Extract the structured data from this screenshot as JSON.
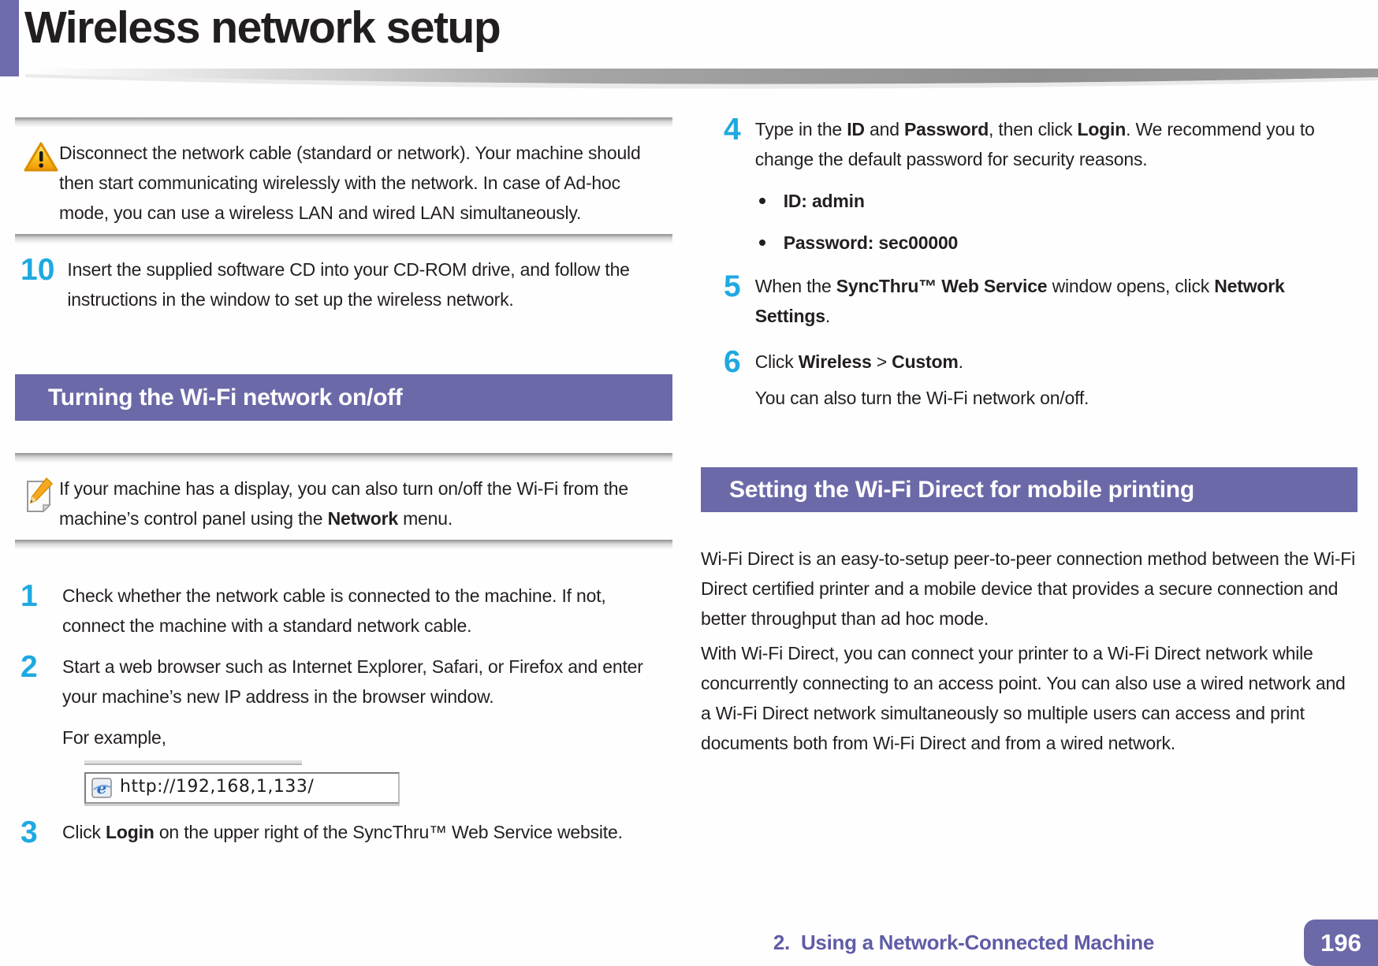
{
  "title": "Wireless network setup",
  "colors": {
    "accent_purple": "#6C69A9",
    "step_number_cyan": "#1FA9E1",
    "body_text": "#231F20",
    "footer_purple": "#5F5CA7",
    "warning_yellow": "#F9B200",
    "section_header_text": "#FFFFFF"
  },
  "icons": {
    "warning": "warning-triangle-icon",
    "note": "note-pencil-icon",
    "browser": "ie-browser-icon"
  },
  "warning_box": {
    "runs": [
      {
        "t": "Disconnect the network cable (standard or network). Your machine should then start communicating wirelessly with the network. In case of Ad-hoc mode, you can use a wireless LAN and wired LAN simultaneously."
      }
    ]
  },
  "step10": {
    "num": "10",
    "runs": [
      {
        "t": "Insert the supplied software CD into your CD-ROM drive, and follow the instructions in the window to set up the wireless network."
      }
    ]
  },
  "section1": {
    "heading": "Turning the Wi-Fi network on/off"
  },
  "note_box": {
    "runs": [
      {
        "t": "If your machine has a display, you can also turn on/off the Wi-Fi from the machine’s control panel using the "
      },
      {
        "t": "Network",
        "b": true
      },
      {
        "t": " menu."
      }
    ]
  },
  "step1": {
    "num": "1",
    "runs": [
      {
        "t": "Check whether the network cable is connected to the machine. If not, connect the machine with a standard network cable."
      }
    ]
  },
  "step2": {
    "num": "2",
    "runs": [
      {
        "t": "Start a web browser such as Internet Explorer, Safari, or Firefox and enter your machine’s new IP address in the browser window."
      }
    ],
    "example_label": "For example,",
    "address_bar_url": "http://192,168,1,133/"
  },
  "step3": {
    "num": "3",
    "runs": [
      {
        "t": "Click "
      },
      {
        "t": "Login",
        "b": true
      },
      {
        "t": " on the upper right of the SyncThru™ Web Service website."
      }
    ]
  },
  "step4": {
    "num": "4",
    "runs": [
      {
        "t": "Type in the "
      },
      {
        "t": "ID",
        "b": true
      },
      {
        "t": " and "
      },
      {
        "t": "Password",
        "b": true
      },
      {
        "t": ", then click "
      },
      {
        "t": "Login",
        "b": true
      },
      {
        "t": ". We recommend you to change the default password for security reasons."
      }
    ],
    "bullets": [
      {
        "runs": [
          {
            "t": "ID: admin",
            "b": true
          }
        ]
      },
      {
        "runs": [
          {
            "t": "Password: sec00000",
            "b": true
          }
        ]
      }
    ]
  },
  "step5": {
    "num": "5",
    "runs": [
      {
        "t": "When the "
      },
      {
        "t": "SyncThru™ Web Service",
        "b": true
      },
      {
        "t": " window opens, click "
      },
      {
        "t": "Network Settings",
        "b": true
      },
      {
        "t": "."
      }
    ]
  },
  "step6": {
    "num": "6",
    "runs": [
      {
        "t": "Click "
      },
      {
        "t": "Wireless",
        "b": true
      },
      {
        "t": " > "
      },
      {
        "t": "Custom",
        "b": true
      },
      {
        "t": "."
      }
    ],
    "sub_runs": [
      {
        "t": "You can also turn the Wi-Fi network on/off."
      }
    ]
  },
  "section2": {
    "heading": "Setting the Wi-Fi Direct for mobile printing"
  },
  "wifi_direct_paragraphs": [
    {
      "runs": [
        {
          "t": "Wi-Fi Direct is an easy-to-setup peer-to-peer connection method between the Wi-Fi Direct certified printer and a mobile device that provides a secure connection and better throughput than ad hoc mode."
        }
      ]
    },
    {
      "runs": [
        {
          "t": "With Wi-Fi Direct, you can connect your printer to a Wi-Fi Direct network while concurrently connecting to an access point. You can also use a wired network and a Wi-Fi Direct network simultaneously so multiple users can access and print documents both from Wi-Fi Direct and from a wired network."
        }
      ]
    }
  ],
  "footer": {
    "chapter_no": "2.",
    "chapter_title": "Using a Network-Connected Machine",
    "page_number": "196"
  }
}
